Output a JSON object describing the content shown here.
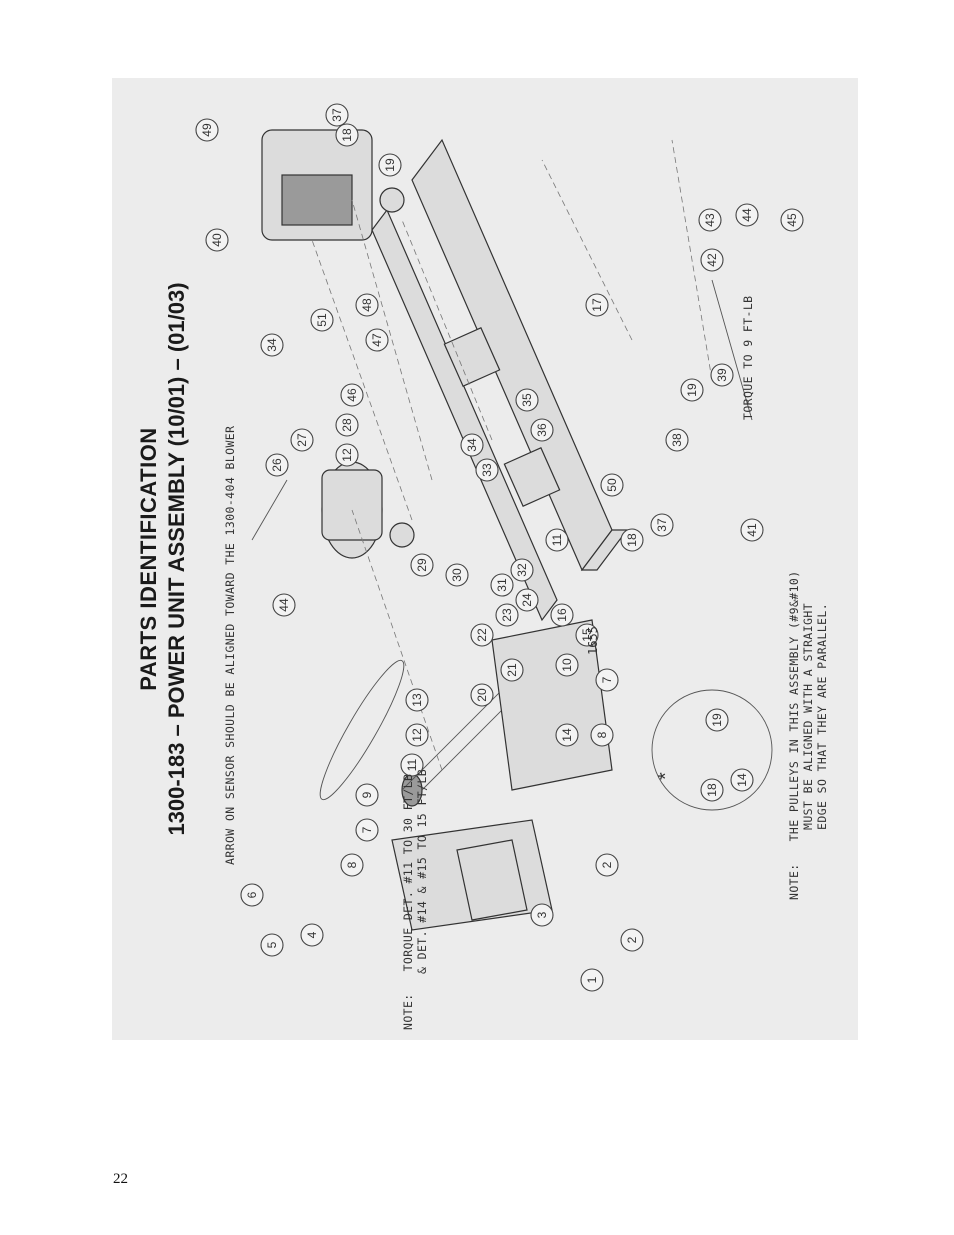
{
  "title_line1": "PARTS IDENTIFICATION",
  "title_line2": "1300-183 – POWER UNIT ASSEMBLY (10/01) – (01/03)",
  "note_arrow": "ARROW ON SENSOR SHOULD BE ALIGNED TOWARD THE 1300-404 BLOWER",
  "note_torque_line1": "NOTE:   TORQUE DET. #11 TO 30 FT/LB",
  "note_torque_line2": "& DET. #14 & #15 TO 15 FT/LB",
  "note_pulley_line1": "NOTE:   THE PULLEYS IN THIS ASSEMBLY (#9&#10)",
  "note_pulley_line2": "MUST BE ALIGNED WITH A STRAIGHT",
  "note_pulley_line3": "EDGE SO THAT THEY ARE PARALLEL.",
  "note_torque_9": "TORQUE TO 9 FT-LB",
  "drawing_number": "1655",
  "asterisk": "*",
  "page_number": "22",
  "callouts": [
    "1",
    "2",
    "2",
    "3",
    "4",
    "5",
    "6",
    "7",
    "7",
    "8",
    "8",
    "9",
    "10",
    "11",
    "11",
    "12",
    "12",
    "13",
    "14",
    "14",
    "15",
    "16",
    "17",
    "18",
    "18",
    "18",
    "19",
    "19",
    "19",
    "20",
    "21",
    "22",
    "23",
    "24",
    "26",
    "27",
    "28",
    "29",
    "30",
    "31",
    "32",
    "33",
    "34",
    "34",
    "35",
    "36",
    "37",
    "37",
    "38",
    "39",
    "40",
    "41",
    "42",
    "43",
    "44",
    "44",
    "45",
    "46",
    "47",
    "48",
    "49",
    "50",
    "51"
  ]
}
